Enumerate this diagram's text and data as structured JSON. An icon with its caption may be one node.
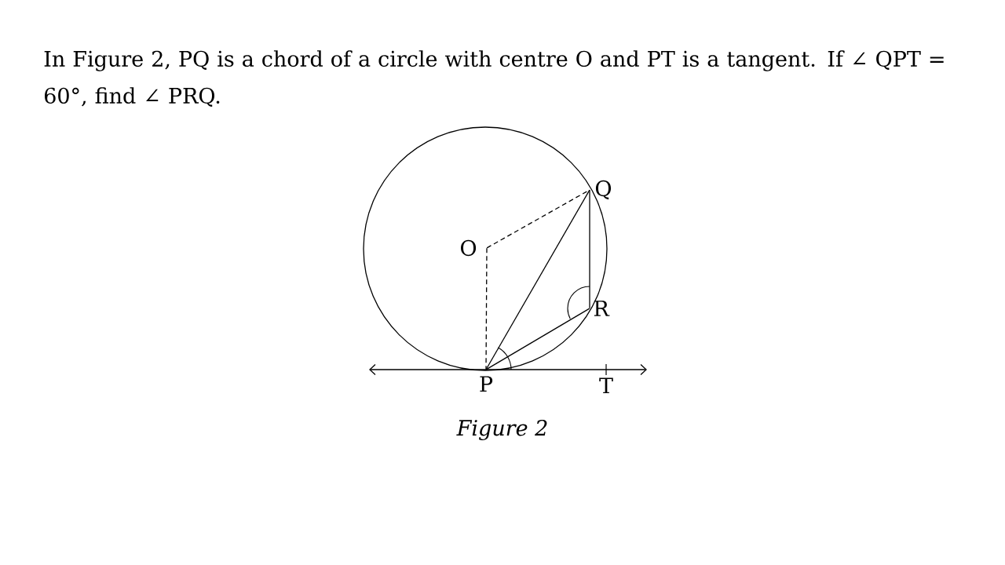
{
  "diagram": {
    "title": "In Figure 2, PQ is a chord of a circle with centre O and PT is a tangent. If ∠ QPT = 60°, find ∠ PRQ.",
    "caption": "Figure 2",
    "nodes": [
      {
        "text": [
          "O"
        ]
      },
      {
        "text": [
          "Q"
        ]
      },
      {
        "text": [
          "R"
        ]
      },
      {
        "text": [
          "P"
        ]
      },
      {
        "text": [
          "T"
        ]
      }
    ],
    "edges": [
      {
        "from": 0,
        "to": 1,
        "arrow": "none",
        "style": "dashed"
      },
      {
        "from": 0,
        "to": 3,
        "arrow": "none",
        "style": "dashed"
      },
      {
        "from": 3,
        "to": 1,
        "arrow": "none"
      },
      {
        "from": 1,
        "to": 2,
        "arrow": "none"
      },
      {
        "from": 2,
        "to": 3,
        "arrow": "none"
      }
    ]
  }
}
